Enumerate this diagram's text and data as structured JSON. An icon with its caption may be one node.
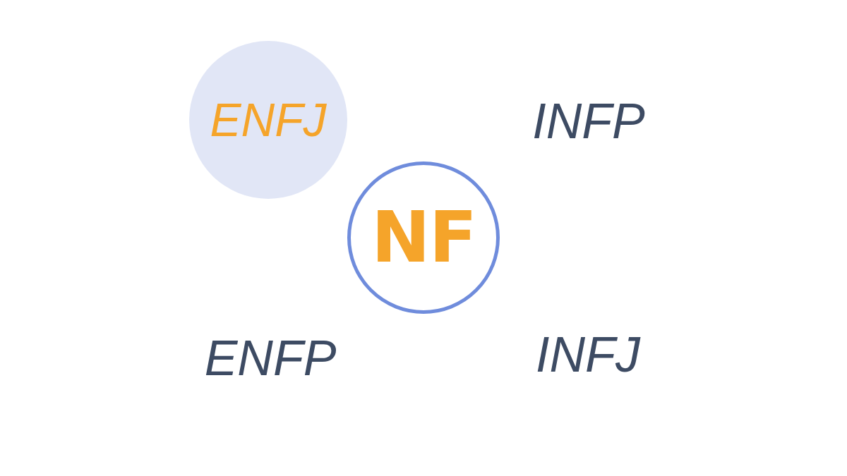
{
  "diagram": {
    "nodes": [
      {
        "text": [
          "ENFJ"
        ]
      },
      {
        "text": [
          "NF"
        ]
      }
    ],
    "edges": [],
    "labels": [
      "INFP",
      "ENFP",
      "INFJ"
    ]
  }
}
